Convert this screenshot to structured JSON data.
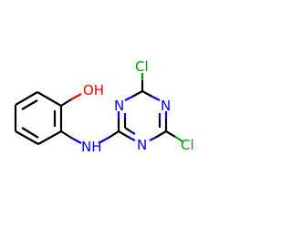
{
  "colors": {
    "bond": "#000000",
    "carbon": "#000000",
    "oxygen": "#ff0000",
    "nitrogen": "#0000ff",
    "chlorine": "#00a000"
  },
  "atoms": {
    "hydroxyl": "OH",
    "amine": "NH",
    "ring_n1": "N",
    "ring_n2": "N",
    "ring_n3": "N",
    "chlorine_top": "Cl",
    "chlorine_bottom": "Cl"
  }
}
